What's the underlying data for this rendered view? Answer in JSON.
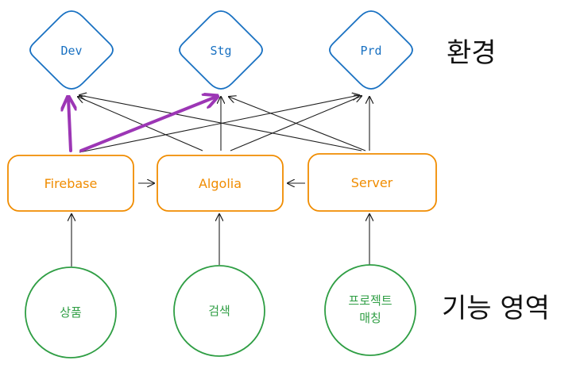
{
  "environments": [
    {
      "id": "dev",
      "label": "Dev"
    },
    {
      "id": "stg",
      "label": "Stg"
    },
    {
      "id": "prd",
      "label": "Prd"
    }
  ],
  "systems": [
    {
      "id": "firebase",
      "label": "Firebase"
    },
    {
      "id": "algolia",
      "label": "Algolia"
    },
    {
      "id": "server",
      "label": "Server"
    }
  ],
  "features": [
    {
      "id": "product",
      "lines": [
        "상품"
      ]
    },
    {
      "id": "search",
      "lines": [
        "검색"
      ]
    },
    {
      "id": "project-matching",
      "lines": [
        "프로젝트",
        "매칭"
      ]
    }
  ],
  "group_labels": {
    "environment": "환경",
    "feature_area": "기능 영역"
  },
  "colors": {
    "environment": "#1971c2",
    "system": "#f08c00",
    "feature": "#2f9e44",
    "highlight": "#9c36b5",
    "connector": "#1e1e1e"
  }
}
